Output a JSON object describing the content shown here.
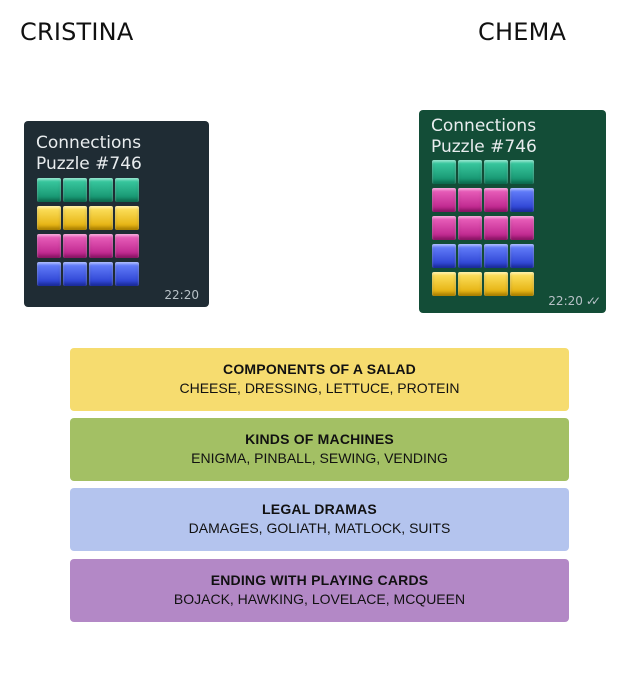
{
  "players": {
    "left": "CRISTINA",
    "right": "CHEMA"
  },
  "bubbles": {
    "left": {
      "title_line1": "Connections",
      "title_line2": "Puzzle #746",
      "time": "22:20",
      "bg_color": "#1f2c34",
      "rows": [
        [
          "green",
          "green",
          "green",
          "green"
        ],
        [
          "yellow",
          "yellow",
          "yellow",
          "yellow"
        ],
        [
          "purple",
          "purple",
          "purple",
          "purple"
        ],
        [
          "blue",
          "blue",
          "blue",
          "blue"
        ]
      ]
    },
    "right": {
      "title_line1": "Connections",
      "title_line2": "Puzzle #746",
      "time": "22:20",
      "read_icon": "double-check-icon",
      "bg_color": "#134d37",
      "rows": [
        [
          "green",
          "green",
          "green",
          "green"
        ],
        [
          "purple",
          "purple",
          "purple",
          "blue"
        ],
        [
          "purple",
          "purple",
          "purple",
          "purple"
        ],
        [
          "blue",
          "blue",
          "blue",
          "blue"
        ],
        [
          "yellow",
          "yellow",
          "yellow",
          "yellow"
        ]
      ]
    }
  },
  "categories": [
    {
      "name": "COMPONENTS OF A SALAD",
      "words": "CHEESE, DRESSING, LETTUCE, PROTEIN",
      "color": "#f6dc6f"
    },
    {
      "name": "KINDS OF MACHINES",
      "words": "ENIGMA, PINBALL, SEWING, VENDING",
      "color": "#a3c064"
    },
    {
      "name": "LEGAL DRAMAS",
      "words": "DAMAGES, GOLIATH, MATLOCK, SUITS",
      "color": "#b4c4ee"
    },
    {
      "name": "ENDING WITH PLAYING CARDS",
      "words": "BOJACK, HAWKING, LOVELACE, MCQUEEN",
      "color": "#b388c6"
    }
  ]
}
